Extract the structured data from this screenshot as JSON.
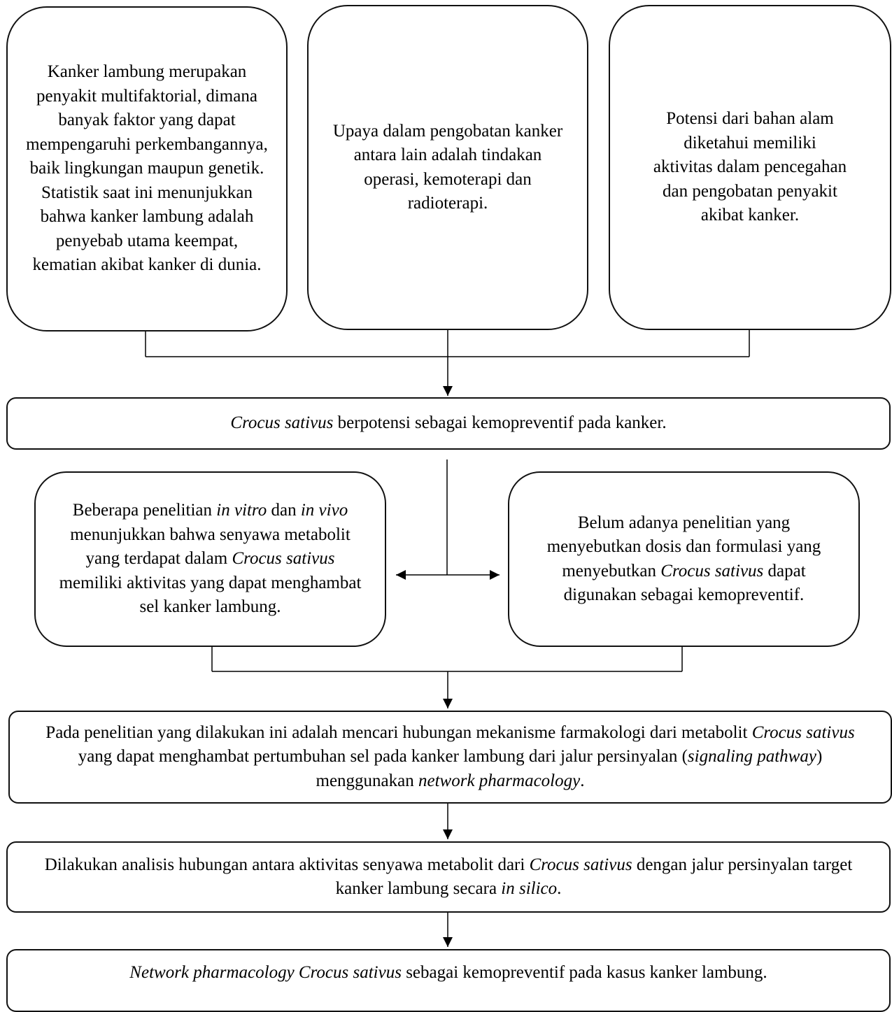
{
  "boxes": {
    "b1": {
      "text": "Kanker lambung merupakan penyakit multifaktorial, dimana banyak faktor yang dapat mempengaruhi perkembangannya, baik lingkungan maupun genetik. Statistik saat ini menunjukkan bahwa kanker lambung adalah penyebab utama keempat, kematian akibat kanker di dunia."
    },
    "b2": {
      "text": "Upaya dalam pengobatan kanker antara lain adalah tindakan operasi, kemoterapi dan radioterapi."
    },
    "b3": {
      "text": "Potensi dari bahan alam diketahui memiliki aktivitas dalam pencegahan dan pengobatan penyakit akibat kanker."
    },
    "bar1": {
      "italic": "Crocus sativus",
      "rest": " berpotensi sebagai kemopreventif pada kanker."
    },
    "b4": {
      "t1": "Beberapa penelitian ",
      "i1": "in vitro",
      "t2": " dan ",
      "i2": "in vivo",
      "t3": " menunjukkan bahwa senyawa metabolit yang terdapat dalam ",
      "i3": "Crocus sativus",
      "t4": " memiliki aktivitas yang dapat menghambat sel kanker lambung."
    },
    "b5": {
      "t1": "Belum adanya penelitian yang menyebutkan dosis dan formulasi yang menyebutkan ",
      "i1": "Crocus sativus",
      "t2": " dapat digunakan sebagai kemopreventif."
    },
    "bar2": {
      "t1": "Pada penelitian yang dilakukan ini adalah mencari hubungan mekanisme farmakologi dari metabolit ",
      "i1": "Crocus sativus",
      "t2": " yang dapat menghambat pertumbuhan sel pada kanker lambung dari jalur persinyalan (",
      "i2": "signaling pathway",
      "t3": ") menggunakan ",
      "i3": "network pharmacology",
      "t4": "."
    },
    "bar3": {
      "t1": "Dilakukan analisis hubungan antara aktivitas senyawa metabolit dari ",
      "i1": "Crocus sativus",
      "t2": " dengan jalur persinyalan target kanker lambung secara ",
      "i2": "in silico",
      "t3": "."
    },
    "bar4": {
      "i1": "Network pharmacology Crocus sativus",
      "t1": " sebagai kemopreventif pada kasus kanker lambung."
    }
  }
}
